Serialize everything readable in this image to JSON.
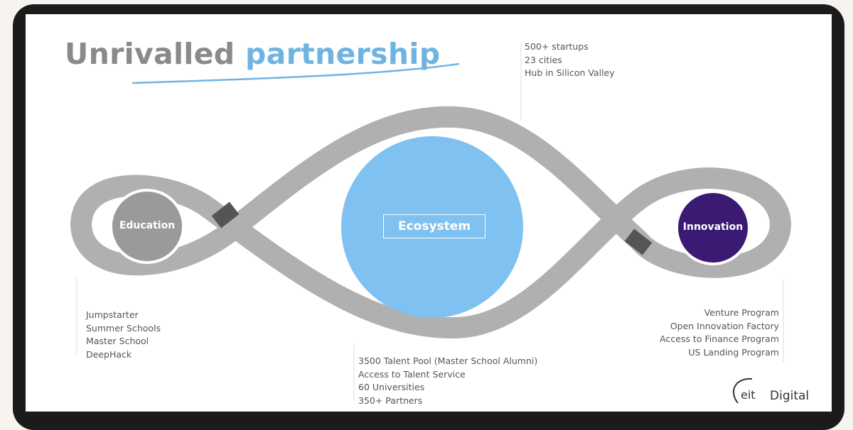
{
  "title": {
    "part1": "Unrivalled",
    "part2": "partnership"
  },
  "nodes": {
    "education": "Education",
    "ecosystem": "Ecosystem",
    "innovation": "Innovation"
  },
  "lists": {
    "top": [
      "500+ startups",
      "23 cities",
      "Hub in Silicon Valley"
    ],
    "left": [
      "Jumpstarter",
      "Summer Schools",
      "Master School",
      "DeepHack"
    ],
    "bottom": [
      "3500 Talent Pool (Master School Alumni)",
      "Access to Talent Service",
      "60 Universities",
      "350+ Partners"
    ],
    "right": [
      "Venture Program",
      "Open Innovation Factory",
      "Access to Finance Program",
      "US Landing Program"
    ]
  },
  "logo": {
    "mark": "eit",
    "text": "Digital"
  },
  "colors": {
    "title_grey": "#8a8a8a",
    "title_blue": "#6fb4e0",
    "track": "#b0b0b0",
    "crossing": "#555555",
    "education": "#9a9a9a",
    "ecosystem": "#7fc1f0",
    "innovation": "#3a1a72"
  }
}
